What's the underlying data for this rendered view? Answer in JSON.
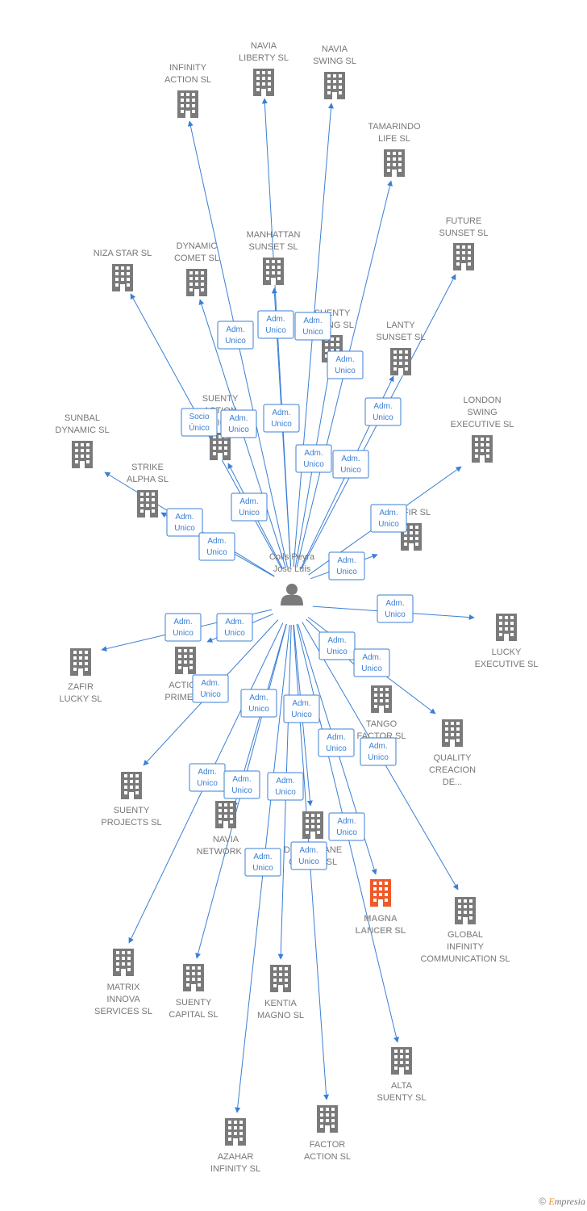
{
  "colors": {
    "edge": "#3a7fd5",
    "building": "#7a7a7a",
    "highlight": "#f05a28",
    "label": "#777777"
  },
  "center": {
    "name_lines": [
      "Colls Peyra",
      "Jose Luis"
    ],
    "icon": "person-icon"
  },
  "companies": [
    {
      "id": "infinity-action",
      "lines": [
        "INFINITY",
        "ACTION SL"
      ]
    },
    {
      "id": "navia-liberty",
      "lines": [
        "NAVIA",
        "LIBERTY SL"
      ]
    },
    {
      "id": "navia-swing",
      "lines": [
        "NAVIA",
        "SWING SL"
      ]
    },
    {
      "id": "tamarindo-life",
      "lines": [
        "TAMARINDO",
        "LIFE SL"
      ]
    },
    {
      "id": "future-sunset",
      "lines": [
        "FUTURE",
        "SUNSET SL"
      ]
    },
    {
      "id": "niza-star",
      "lines": [
        "NIZA STAR SL"
      ]
    },
    {
      "id": "dynamic-comet",
      "lines": [
        "DYNAMIC",
        "COMET SL"
      ]
    },
    {
      "id": "manhattan-sunset",
      "lines": [
        "MANHATTAN",
        "SUNSET SL"
      ]
    },
    {
      "id": "suenty-swing",
      "lines": [
        "SUENTY",
        "SWING SL"
      ]
    },
    {
      "id": "lanty-sunset",
      "lines": [
        "LANTY",
        "SUNSET SL"
      ]
    },
    {
      "id": "sunbal-dynamic",
      "lines": [
        "SUNBAL",
        "DYNAMIC SL"
      ]
    },
    {
      "id": "suenty-action",
      "lines": [
        "SUENTY",
        "ACTION",
        "SOLUTIONS SL"
      ]
    },
    {
      "id": "london-swing",
      "lines": [
        "LONDON",
        "SWING",
        "EXECUTIVE SL"
      ]
    },
    {
      "id": "strike-alpha",
      "lines": [
        "STRIKE",
        "ALPHA SL"
      ]
    },
    {
      "id": "zafir",
      "lines": [
        "ZAFIR SL"
      ]
    },
    {
      "id": "lucky-executive",
      "lines": [
        "LUCKY",
        "EXECUTIVE SL"
      ]
    },
    {
      "id": "zafir-lucky",
      "lines": [
        "ZAFIR",
        "LUCKY SL"
      ]
    },
    {
      "id": "action-prime",
      "lines": [
        "ACTION",
        "PRIME SL"
      ]
    },
    {
      "id": "tango-factor",
      "lines": [
        "TANGO",
        "FACTOR SL"
      ]
    },
    {
      "id": "quality-creacion",
      "lines": [
        "QUALITY",
        "CREACION",
        "DE..."
      ]
    },
    {
      "id": "suenty-projects",
      "lines": [
        "SUENTY",
        "PROJECTS SL"
      ]
    },
    {
      "id": "navia-network",
      "lines": [
        "NAVIA",
        "NETWORK SL"
      ]
    },
    {
      "id": "delta-plane",
      "lines": [
        "DELTA PLANE",
        "GLOBAL SL"
      ]
    },
    {
      "id": "magna-lancer",
      "lines": [
        "MAGNA",
        "LANCER  SL"
      ],
      "highlight": true
    },
    {
      "id": "global-infinity",
      "lines": [
        "GLOBAL",
        "INFINITY",
        "COMMUNICATION SL"
      ]
    },
    {
      "id": "matrix-innova",
      "lines": [
        "MATRIX",
        "INNOVA",
        "SERVICES SL"
      ]
    },
    {
      "id": "suenty-capital",
      "lines": [
        "SUENTY",
        "CAPITAL SL"
      ]
    },
    {
      "id": "kentia-magno",
      "lines": [
        "KENTIA",
        "MAGNO SL"
      ]
    },
    {
      "id": "alta-suenty",
      "lines": [
        "ALTA",
        "SUENTY SL"
      ]
    },
    {
      "id": "azahar-infinity",
      "lines": [
        "AZAHAR",
        "INFINITY SL"
      ]
    },
    {
      "id": "factor-action",
      "lines": [
        "FACTOR",
        "ACTION SL"
      ]
    }
  ],
  "edges": [
    {
      "target": "infinity-action",
      "label": [
        "Adm.",
        "Unico"
      ]
    },
    {
      "target": "navia-liberty",
      "label": [
        "Adm.",
        "Unico"
      ]
    },
    {
      "target": "navia-swing",
      "label": [
        "Adm.",
        "Unico"
      ]
    },
    {
      "target": "tamarindo-life",
      "label": [
        "Adm.",
        "Unico"
      ]
    },
    {
      "target": "future-sunset",
      "label": [
        "Adm.",
        "Unico"
      ]
    },
    {
      "target": "niza-star",
      "label": [
        "Socio",
        "Único"
      ]
    },
    {
      "target": "dynamic-comet",
      "label": [
        "Adm.",
        "Unico"
      ]
    },
    {
      "target": "manhattan-sunset",
      "label": [
        "Adm.",
        "Unico"
      ]
    },
    {
      "target": "suenty-swing",
      "label": [
        "Adm.",
        "Unico"
      ]
    },
    {
      "target": "lanty-sunset",
      "label": [
        "Adm.",
        "Unico"
      ]
    },
    {
      "target": "sunbal-dynamic",
      "label": [
        "Adm.",
        "Unico"
      ]
    },
    {
      "target": "suenty-action",
      "label": [
        "Adm.",
        "Unico"
      ]
    },
    {
      "target": "london-swing",
      "label": [
        "Adm.",
        "Unico"
      ]
    },
    {
      "target": "strike-alpha",
      "label": [
        "Adm.",
        "Unico"
      ]
    },
    {
      "target": "zafir",
      "label": [
        "Adm.",
        "Unico"
      ]
    },
    {
      "target": "lucky-executive",
      "label": [
        "Adm.",
        "Unico"
      ]
    },
    {
      "target": "zafir-lucky",
      "label": [
        "Adm.",
        "Unico"
      ]
    },
    {
      "target": "action-prime",
      "label": [
        "Adm.",
        "Unico"
      ]
    },
    {
      "target": "tango-factor",
      "label": [
        "Adm.",
        "Unico"
      ]
    },
    {
      "target": "quality-creacion",
      "label": [
        "Adm.",
        "Unico"
      ]
    },
    {
      "target": "suenty-projects",
      "label": [
        "Adm.",
        "Unico"
      ]
    },
    {
      "target": "navia-network",
      "label": [
        "Adm.",
        "Unico"
      ]
    },
    {
      "target": "delta-plane",
      "label": [
        "Adm.",
        "Unico"
      ]
    },
    {
      "target": "magna-lancer",
      "label": [
        "Adm.",
        "Unico"
      ]
    },
    {
      "target": "global-infinity",
      "label": [
        "Adm.",
        "Unico"
      ]
    },
    {
      "target": "matrix-innova",
      "label": [
        "Adm.",
        "Unico"
      ]
    },
    {
      "target": "suenty-capital",
      "label": [
        "Adm.",
        "Unico"
      ]
    },
    {
      "target": "kentia-magno",
      "label": [
        "Adm.",
        "Unico"
      ]
    },
    {
      "target": "alta-suenty",
      "label": [
        "Adm.",
        "Unico"
      ]
    },
    {
      "target": "azahar-infinity",
      "label": [
        "Adm.",
        "Unico"
      ]
    },
    {
      "target": "factor-action",
      "label": [
        "Adm.",
        "Unico"
      ]
    }
  ],
  "footer": {
    "copyright": "©",
    "brand_initial": "E",
    "brand_rest": "mpresia"
  }
}
